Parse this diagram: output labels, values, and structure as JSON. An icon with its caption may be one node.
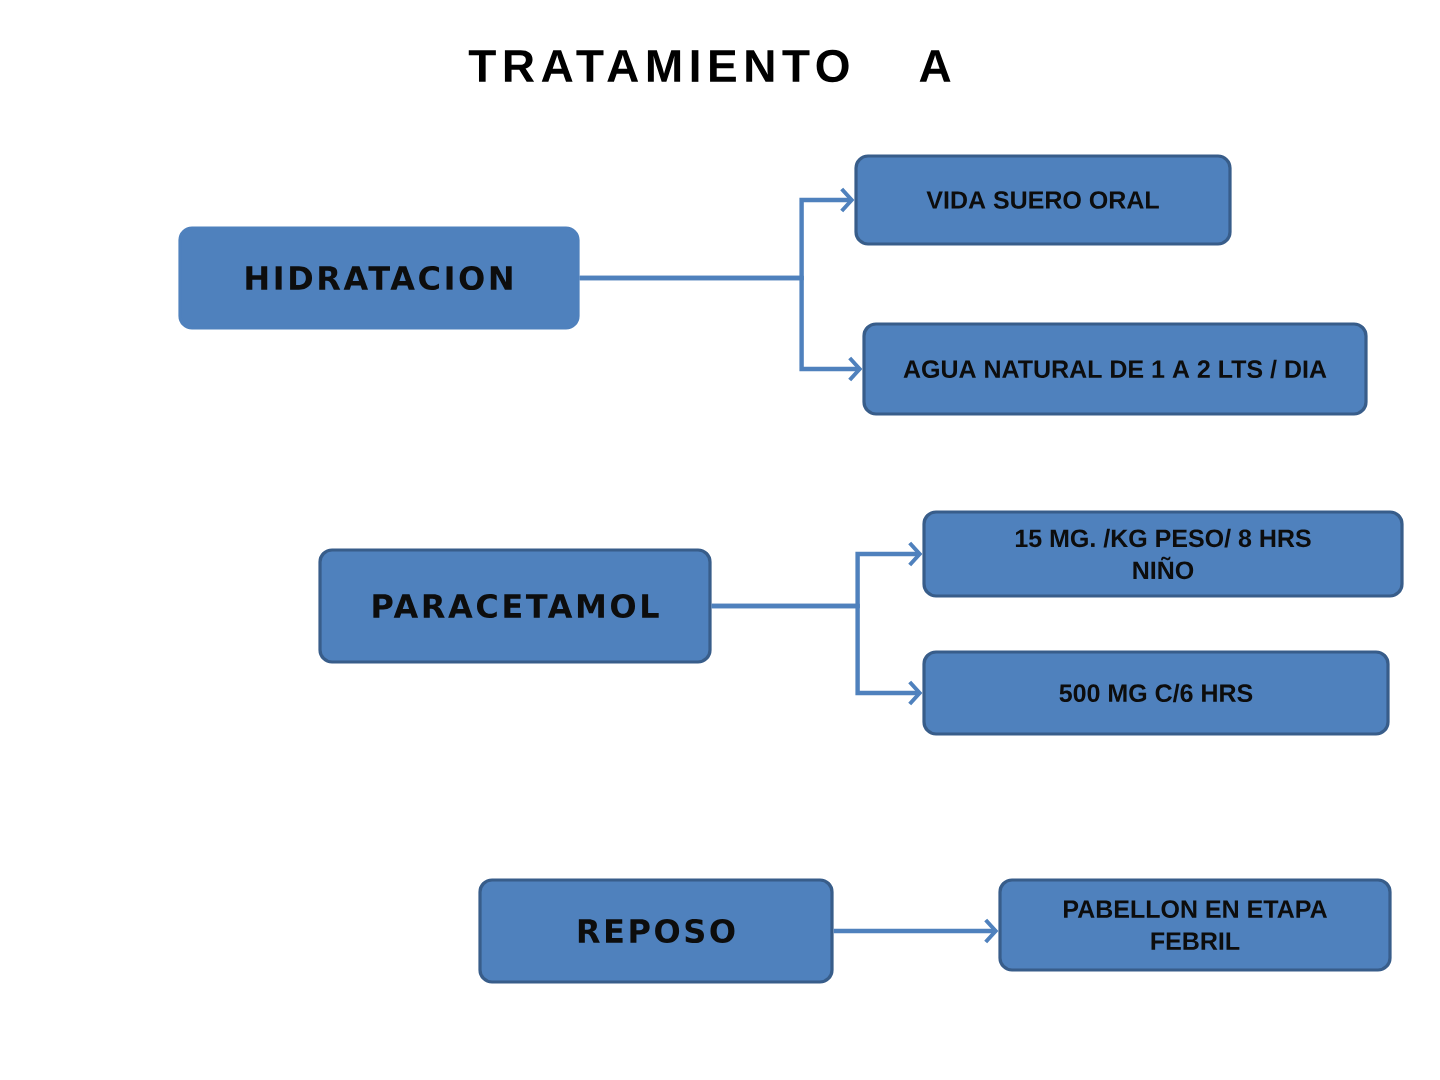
{
  "diagram": {
    "title": "TRATAMIENTO A",
    "nodes": [
      {
        "text": [
          "HIDRATACION"
        ]
      },
      {
        "text": [
          "VIDA SUERO ORAL"
        ]
      },
      {
        "text": [
          "AGUA NATURAL DE 1 A 2 LTS / DIA"
        ]
      },
      {
        "text": [
          "PARACETAMOL"
        ]
      },
      {
        "text": [
          "15 MG. /KG PESO/ 8 HRS NIÑO"
        ]
      },
      {
        "text": [
          "500 MG C/6 HRS"
        ]
      },
      {
        "text": [
          "REPOSO"
        ]
      },
      {
        "text": [
          "PABELLON EN ETAPA FEBRIL"
        ]
      }
    ],
    "edges": [
      {
        "from": 0,
        "to": 1,
        "arrow": "to"
      },
      {
        "from": 0,
        "to": 2,
        "arrow": "to"
      },
      {
        "from": 3,
        "to": 4,
        "arrow": "to"
      },
      {
        "from": 3,
        "to": 5,
        "arrow": "to"
      },
      {
        "from": 6,
        "to": 7,
        "arrow": "to"
      }
    ]
  }
}
